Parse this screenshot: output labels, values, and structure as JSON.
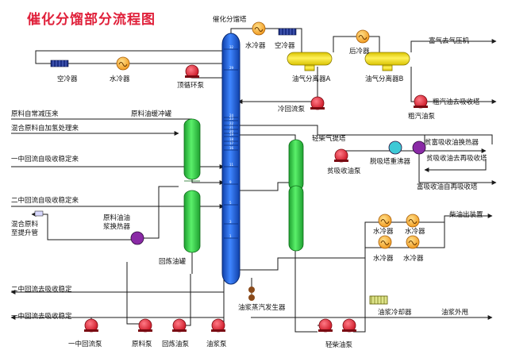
{
  "title": "催化分馏部分流程图",
  "colors": {
    "line": "#1a1a1a",
    "tower": "#1e66e6",
    "drum": "#35d24a",
    "separator": "#f5e11b",
    "pump": "#e8253b",
    "cooler": "#f7a322",
    "aircooler": "#1c2f86",
    "exchanger": "#8a2aa6",
    "reboiler": "#3ec9d6",
    "title": "#e0203a"
  },
  "labels": {
    "main_tower": "催化分馏塔",
    "top_water_cooler": "水冷器",
    "top_air_cooler": "空冷器",
    "rear_cooler": "后冷器",
    "sep_a": "油气分离器A",
    "sep_b": "油气分离器B",
    "rich_gas_out": "富气去气压机",
    "crude_gasoline_out": "粗汽油去吸收塔",
    "crude_gasoline_pump": "粗汽油泵",
    "cold_reflux_pump": "冷回流泵",
    "left_air_cooler": "空冷器",
    "left_water_cooler": "水冷器",
    "top_circ_pump": "顶循环泵",
    "feed_buffer": "原料油缓冲罐",
    "feed_atm": "原料自常减压来",
    "feed_hydro": "混合原料自加氢处理来",
    "mid1_in": "一中回流自吸收稳定来",
    "mid2_in": "二中回流自吸收稳定来",
    "mixed_feed": "混合原料",
    "to_riser": "至提升管",
    "slurry_hx": "原料油油浆换热器",
    "recycle_tank": "回炼油罐",
    "mid2_out": "二中回流去吸收稳定",
    "mid1_out": "一中回流去吸收稳定",
    "mid1_pump": "一中回流泵",
    "feed_pump": "原料泵",
    "recycle_pump": "回炼油泵",
    "slurry_pump": "油浆泵",
    "steam_gen": "油浆蒸汽发生器",
    "stripper": "轻柴气提塔",
    "lean_pump": "贫吸收油泵",
    "reboiler": "脱吸塔重沸器",
    "lean_rich_hx": "贫富吸收油换热器",
    "lean_out": "贫吸收油去再吸收塔",
    "rich_in": "富吸收油自再吸收塔",
    "wc1": "水冷器",
    "wc2": "水冷器",
    "wc3": "水冷器",
    "wc4": "水冷器",
    "diesel_out": "柴油出装置",
    "diesel_pump": "轻柴油泵",
    "slurry_cooler": "油浆冷却器",
    "slurry_export": "油浆外甩"
  },
  "tray_numbers": [
    "32",
    "29",
    "24",
    "23",
    "22",
    "21",
    "20",
    "19",
    "18",
    "17",
    "16",
    "11",
    "9",
    "5",
    "3",
    "1"
  ]
}
